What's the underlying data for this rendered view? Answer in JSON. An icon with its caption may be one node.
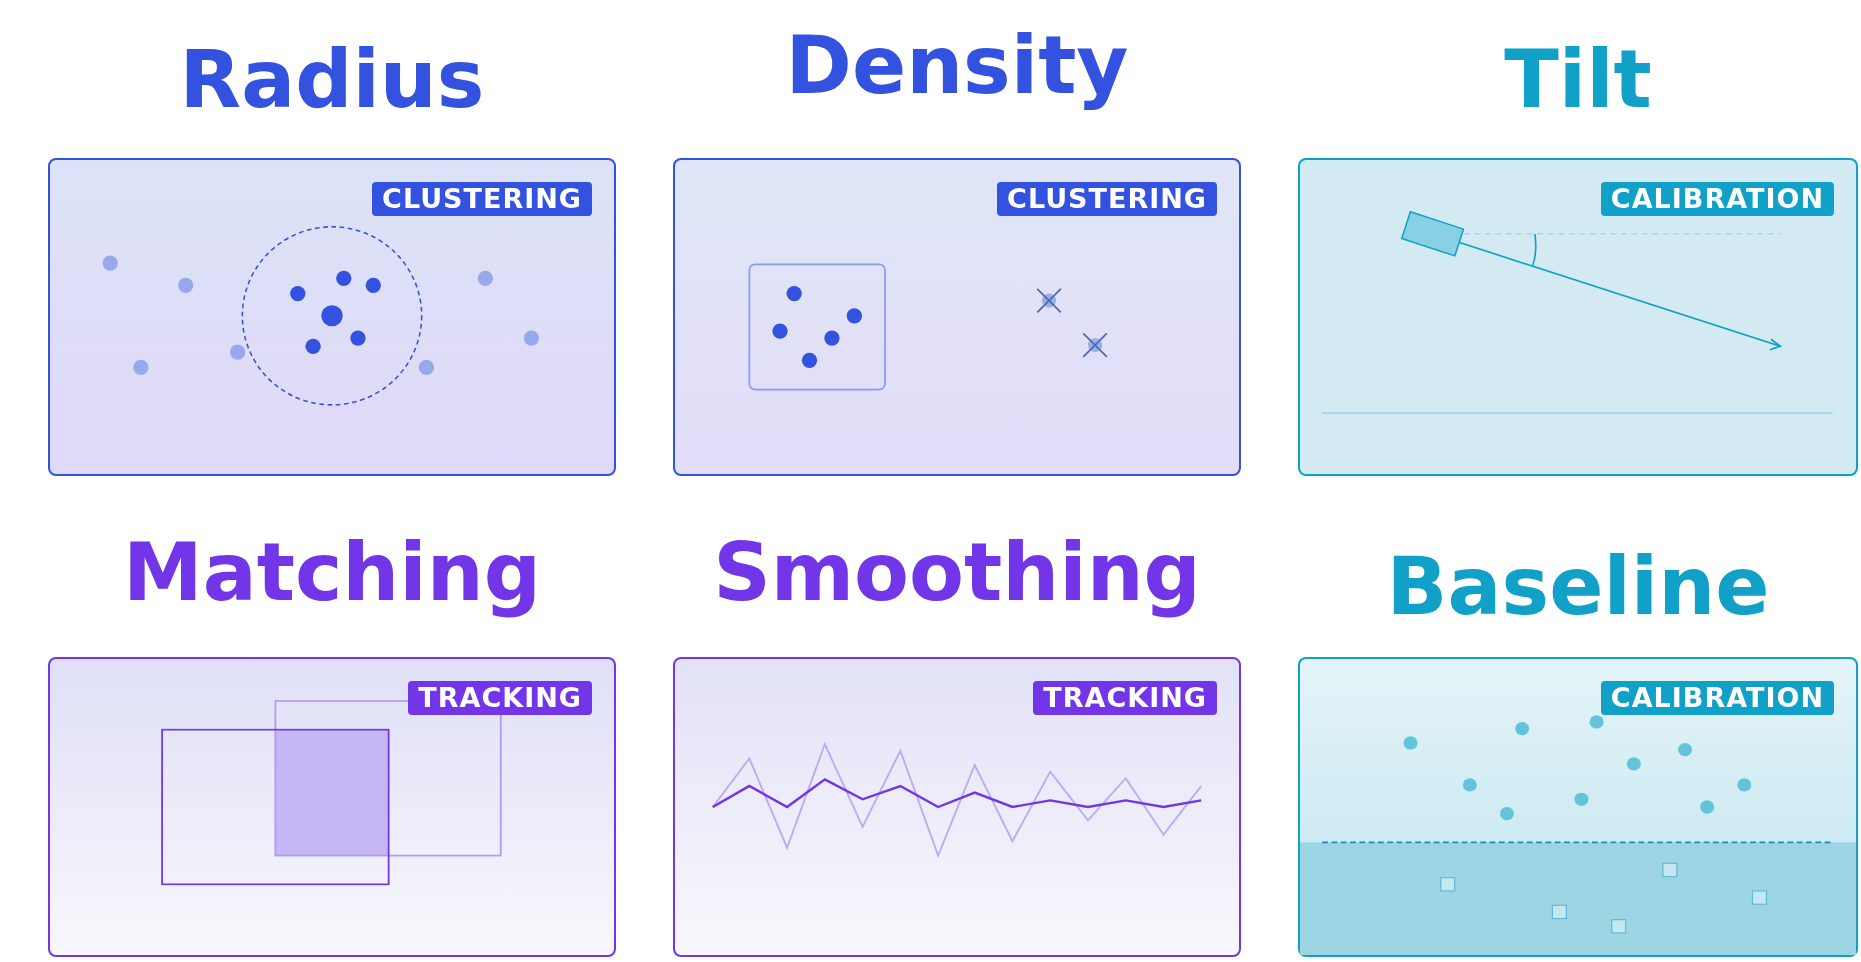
{
  "diagram": {
    "nodes": [
      {
        "text": [
          "Radius",
          "CLUSTERING"
        ]
      },
      {
        "text": [
          "Density",
          "CLUSTERING"
        ]
      },
      {
        "text": [
          "Tilt",
          "CALIBRATION"
        ]
      },
      {
        "text": [
          "Matching",
          "TRACKING"
        ]
      },
      {
        "text": [
          "Smoothing",
          "TRACKING"
        ]
      },
      {
        "text": [
          "Baseline",
          "CALIBRATION"
        ]
      }
    ]
  }
}
